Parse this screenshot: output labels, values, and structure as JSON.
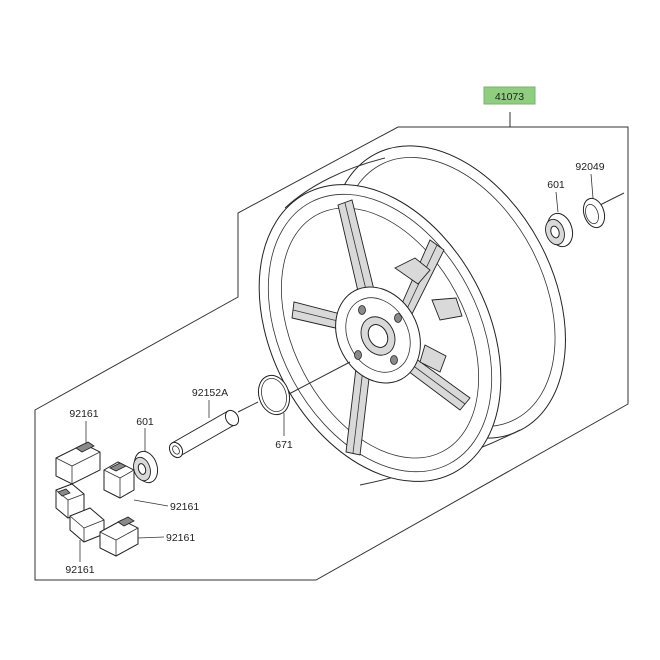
{
  "assembly": {
    "part_number": "41073",
    "highlight_color": "#8fce7f"
  },
  "parts": {
    "seal_right": "92049",
    "bearing_right": "601",
    "collar": "92152A",
    "o_ring": "671",
    "bearing_left": "601",
    "damper_top": "92161",
    "damper_mid_right": "92161",
    "damper_low_right": "92161",
    "damper_bottom": "92161"
  }
}
